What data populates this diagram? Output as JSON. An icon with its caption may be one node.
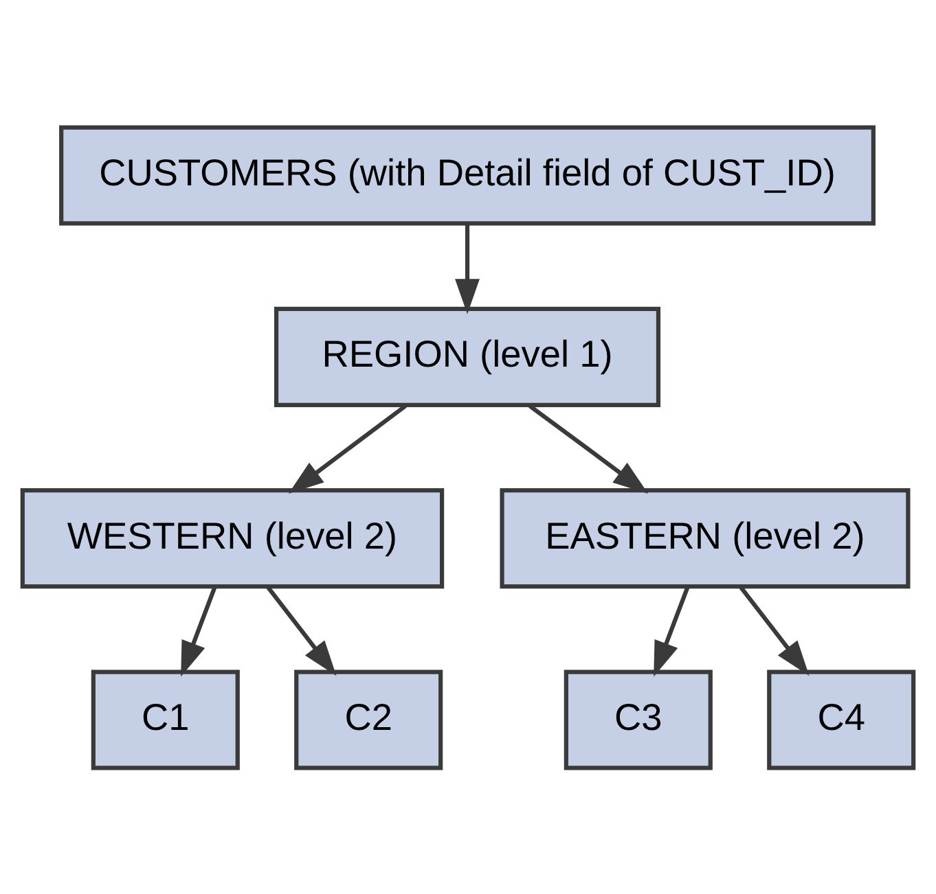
{
  "diagram": {
    "nodes": [
      {
        "text": [
          "CUSTOMERS (with Detail field of CUST_ID)"
        ]
      },
      {
        "text": [
          "REGION (level 1)"
        ]
      },
      {
        "text": [
          "WESTERN (level 2)"
        ]
      },
      {
        "text": [
          "C1"
        ]
      },
      {
        "text": [
          "C2"
        ]
      },
      {
        "text": [
          "EASTERN (level 2)"
        ]
      },
      {
        "text": [
          "C3"
        ]
      },
      {
        "text": [
          "C4"
        ]
      }
    ],
    "edges": [
      {
        "from": 0,
        "to": 1,
        "arrow": "to"
      },
      {
        "from": 1,
        "to": 2,
        "arrow": "to"
      },
      {
        "from": 2,
        "to": 3,
        "arrow": "to"
      },
      {
        "from": 2,
        "to": 4,
        "arrow": "to"
      },
      {
        "from": 1,
        "to": 5,
        "arrow": "to"
      },
      {
        "from": 5,
        "to": 6,
        "arrow": "to"
      },
      {
        "from": 5,
        "to": 7,
        "arrow": "to"
      }
    ]
  }
}
